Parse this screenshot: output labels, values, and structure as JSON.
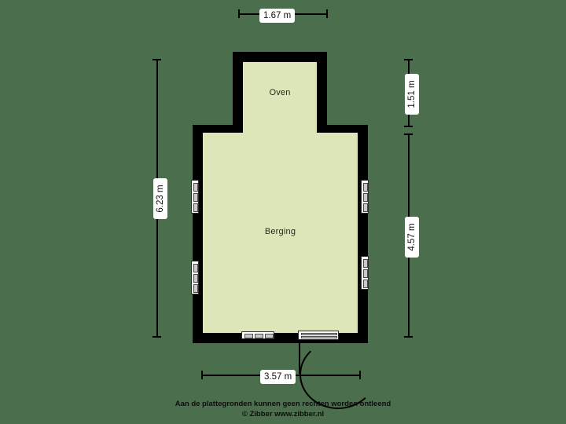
{
  "plan": {
    "title": "Berging plattegrond",
    "background_color": "#4b6e4d",
    "room_fill_color": "#dde6b8",
    "wall_color": "#000000",
    "rooms": [
      {
        "name": "oven",
        "label": "Oven"
      },
      {
        "name": "berging",
        "label": "Berging"
      }
    ]
  },
  "dimensions": {
    "top": {
      "label": "1.67 m",
      "orientation": "horizontal"
    },
    "left": {
      "label": "6.23 m",
      "orientation": "vertical"
    },
    "right_upper": {
      "label": "1.51 m",
      "orientation": "vertical"
    },
    "right_lower": {
      "label": "4.57 m",
      "orientation": "vertical"
    },
    "bottom": {
      "label": "3.57 m",
      "orientation": "horizontal"
    }
  },
  "footer": {
    "line1": "Aan de plattegronden kunnen geen rechten worden ontleend",
    "line2": "© Zibber www.zibber.nl"
  }
}
